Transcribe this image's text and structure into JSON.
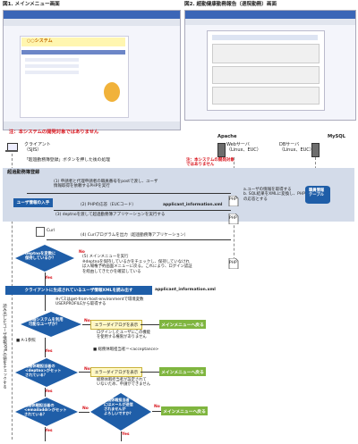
{
  "fig1_title": "図1. メインメニュー画面",
  "fig1_note": "注：本システムの開発対象ではありません",
  "fig1_app_title": "○○システム",
  "fig2_title": "図2. 超勤健康勤務報告（退院勤務）画面",
  "apache": "Apache",
  "web_server": "Webサーバ\n（Linux、EUC）",
  "db_server": "DBサーバ\n（Linux、EUC）",
  "mysql": "MySQL",
  "client": "クライアント\n（SJIS）",
  "click_text": "「超過勤務簿登録」ボタンを押した後の処理",
  "dev_note": "注：本システムの開発対象\nではありません",
  "band_title": "超過勤務簿登録",
  "step1": "(1) 申請者と代理申請者の職員番号をpostで渡し、ユーザ\n情報取得を依頼するPHPを実行",
  "user_info": "ユーザ情報の入手",
  "step2": "(2) PHPの応答（EUCコード）",
  "step2_file": "applicant_information.xml",
  "step3": "(3) deptnoを渡して超過勤務簿アプリケーションを実行する",
  "php_note": "a.ユーザの情報を取得する\nb. SQL結果をXMLに変換し、PHP\nの応答とする",
  "table": "職員情報\nテーブル",
  "php": "PHP",
  "curl": "Curl",
  "step4": "(4) Curlプログラムを出力（超過勤務簿アプリケーション）",
  "decision1": "deptnoを変数に\n保持しているか？",
  "no": "No",
  "yes": "Yes",
  "step5": "(5) メインメニューを実行\n※deptnoを保持しているかをチェックし、保持していなけれ\nば入場権予約画面メニューに戻る。これにより、ログイン認証\nを経由してきたかを確認している",
  "read_xml": "クライアントに生成されているユーザ情報XMLを読み出す",
  "read_xml_file": "applicant_information.xml",
  "path_note": "※パスはget-from-host-environmentで環境変数\nUSERPROFILEから取得する",
  "side": "読み出したユーザ情報XMLの値をチェックする",
  "decision2": "休暇システムを利用\n可能なユーザか？",
  "a1": "■ A-1参照",
  "err1": "エラーダイアログを表示",
  "err1_note": "ログインしたユーザにこの機能\nを使用する権限がありません",
  "menu": "メインメニューへ戻る",
  "acc_note": "■ 総務休暇担当者＝<acceptance>",
  "decision3": "総務休暇担当者の\n<deptno>がセット\nされている？",
  "err2": "エラーダイアログを表示",
  "err2_note": "総務休暇担当者が設定されて\nいないため、申請ができません",
  "decision4": "総務休暇担当者の\n<emailaddr>がセット\nされている？",
  "decision5": "総務休暇担当者\nにはメールが送信\nされませんが\nよろしいですか？",
  "colors": {
    "blue": "#1f5ea8",
    "band": "#d3dbe9",
    "green": "#7fb53f",
    "red": "#d8131b",
    "yellow": "#fff8c6"
  }
}
